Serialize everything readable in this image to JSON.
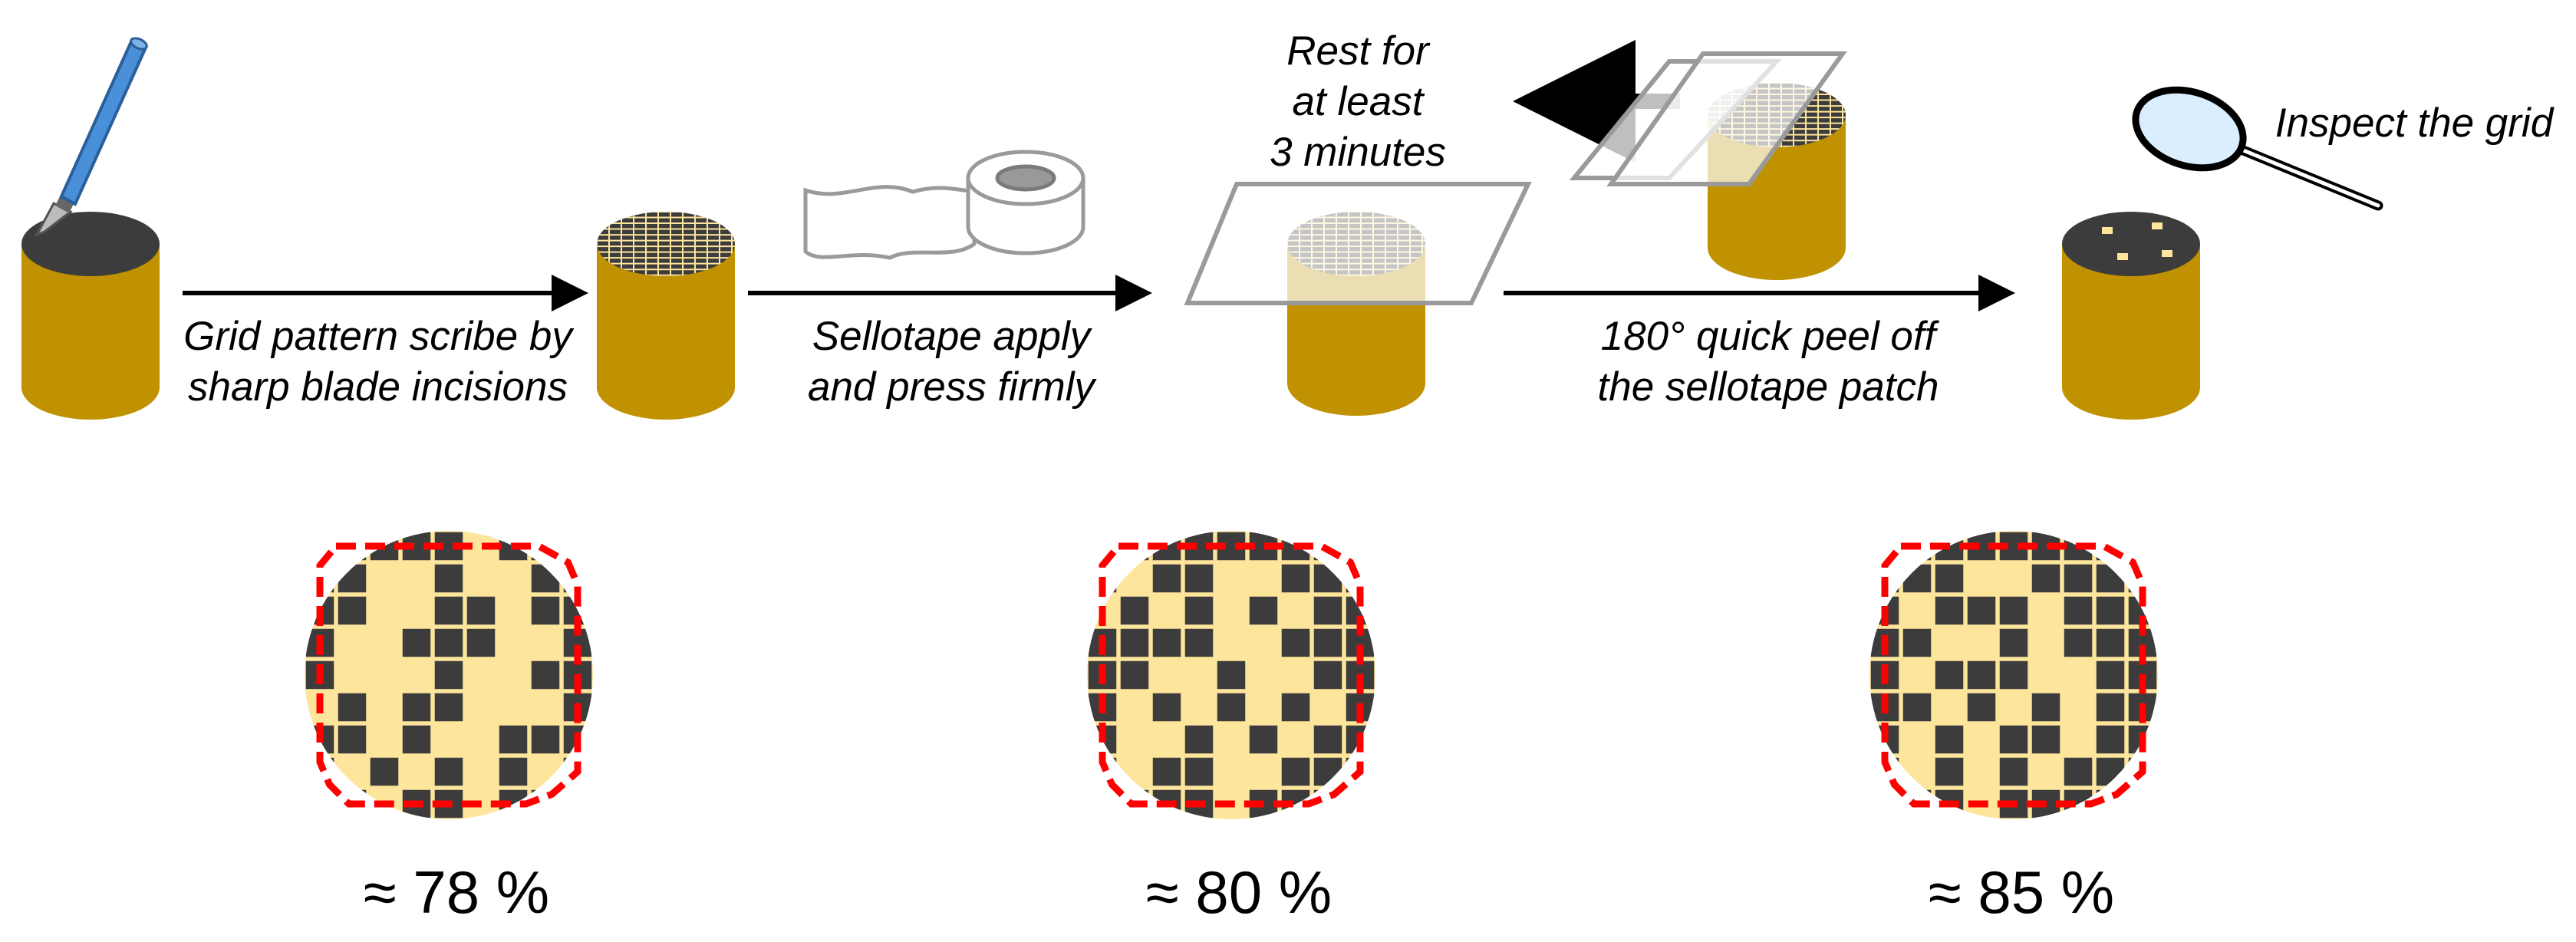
{
  "colors": {
    "coating": "#c09100",
    "dark": "#3c3c3c",
    "peeled": "#fde59c",
    "outline": "#ff0000",
    "pen": "#4a90d9",
    "tape": "#9a9a9a",
    "lens": "#dbeeff"
  },
  "icons": [
    "scalpel-icon",
    "tape-roll-icon",
    "magnifier-icon",
    "arrow-right-icon",
    "arrow-left-icon"
  ],
  "steps": {
    "scribe": {
      "line1": "Grid pattern scribe by",
      "line2": "sharp blade incisions"
    },
    "tape": {
      "line1": "Sellotape apply",
      "line2": "and press firmly"
    },
    "rest": {
      "line1": "Rest for",
      "line2": "at least",
      "line3": "3 minutes"
    },
    "peel": {
      "line1": "180° quick peel off",
      "line2": "the sellotape patch"
    },
    "inspect": {
      "line1": "Inspect the grid"
    }
  },
  "results": [
    {
      "label": "≈ 78 %",
      "peeled_cells": [
        [
          0,
          5
        ],
        [
          1,
          2
        ],
        [
          1,
          3
        ],
        [
          1,
          5
        ],
        [
          1,
          6
        ],
        [
          2,
          2
        ],
        [
          2,
          3
        ],
        [
          2,
          6
        ],
        [
          3,
          1
        ],
        [
          3,
          2
        ],
        [
          3,
          6
        ],
        [
          3,
          7
        ],
        [
          4,
          1
        ],
        [
          4,
          2
        ],
        [
          4,
          3
        ],
        [
          4,
          5
        ],
        [
          4,
          6
        ],
        [
          5,
          0
        ],
        [
          5,
          2
        ],
        [
          5,
          5
        ],
        [
          5,
          6
        ],
        [
          5,
          7
        ],
        [
          6,
          2
        ],
        [
          6,
          4
        ],
        [
          6,
          5
        ],
        [
          7,
          1
        ],
        [
          7,
          3
        ],
        [
          7,
          5
        ],
        [
          7,
          7
        ],
        [
          8,
          2
        ],
        [
          8,
          5
        ]
      ]
    },
    {
      "label": "≈ 80 %",
      "peeled_cells": [
        [
          1,
          1
        ],
        [
          1,
          4
        ],
        [
          1,
          5
        ],
        [
          2,
          0
        ],
        [
          2,
          2
        ],
        [
          2,
          4
        ],
        [
          2,
          6
        ],
        [
          3,
          4
        ],
        [
          3,
          5
        ],
        [
          4,
          2
        ],
        [
          4,
          3
        ],
        [
          4,
          5
        ],
        [
          4,
          6
        ],
        [
          5,
          1
        ],
        [
          5,
          3
        ],
        [
          5,
          5
        ],
        [
          5,
          7
        ],
        [
          6,
          1
        ],
        [
          6,
          2
        ],
        [
          6,
          4
        ],
        [
          6,
          6
        ],
        [
          7,
          1
        ],
        [
          7,
          4
        ],
        [
          7,
          5
        ],
        [
          8,
          4
        ]
      ]
    },
    {
      "label": "≈ 85 %",
      "peeled_cells": [
        [
          1,
          3
        ],
        [
          1,
          4
        ],
        [
          2,
          1
        ],
        [
          2,
          5
        ],
        [
          3,
          2
        ],
        [
          3,
          3
        ],
        [
          3,
          5
        ],
        [
          4,
          1
        ],
        [
          4,
          5
        ],
        [
          4,
          6
        ],
        [
          5,
          2
        ],
        [
          5,
          4
        ],
        [
          5,
          6
        ],
        [
          6,
          1
        ],
        [
          6,
          3
        ],
        [
          6,
          6
        ],
        [
          7,
          1
        ],
        [
          7,
          3
        ],
        [
          7,
          5
        ],
        [
          8,
          3
        ]
      ]
    }
  ]
}
